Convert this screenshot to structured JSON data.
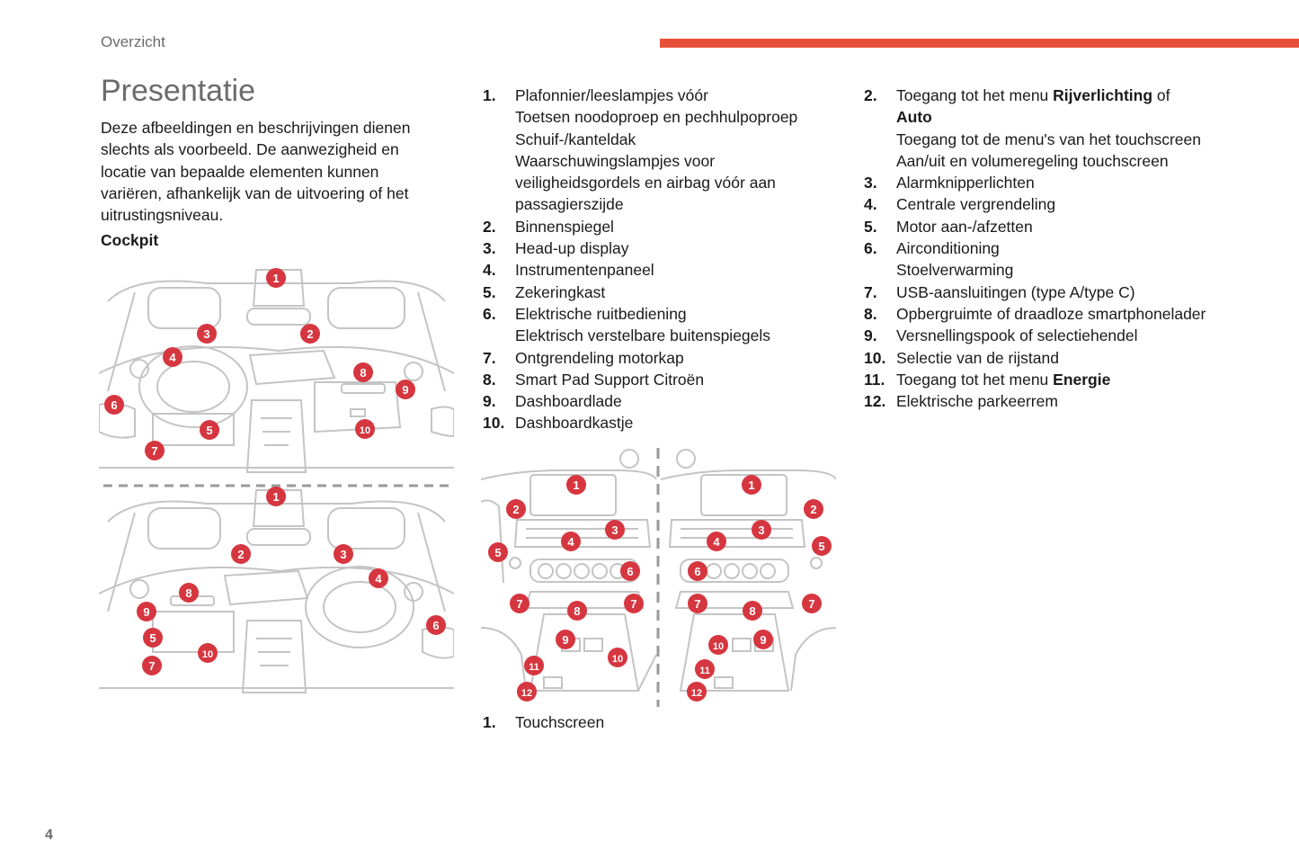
{
  "header": {
    "section": "Overzicht",
    "accent_color": "#e8503a"
  },
  "title": "Presentatie",
  "intro": "Deze afbeeldingen en beschrijvingen dienen slechts als voorbeeld. De aanwezigheid en locatie van bepaalde elementen kunnen variëren, afhankelijk van de uitvoering of het uitrustingsniveau.",
  "cockpit_heading": "Cockpit",
  "cockpit_items": [
    {
      "num": "1.",
      "lines": [
        "Plafonnier/leeslampjes vóór",
        "Toetsen noodoproep en pechhulpoproep",
        "Schuif-/kanteldak",
        "Waarschuwingslampjes voor veiligheidsgordels en airbag vóór aan passagierszijde"
      ]
    },
    {
      "num": "2.",
      "lines": [
        "Binnenspiegel"
      ]
    },
    {
      "num": "3.",
      "lines": [
        "Head-up display"
      ]
    },
    {
      "num": "4.",
      "lines": [
        "Instrumentenpaneel"
      ]
    },
    {
      "num": "5.",
      "lines": [
        "Zekeringkast"
      ]
    },
    {
      "num": "6.",
      "lines": [
        "Elektrische ruitbediening",
        "Elektrisch verstelbare buitenspiegels"
      ]
    },
    {
      "num": "7.",
      "lines": [
        "Ontgrendeling motorkap"
      ]
    },
    {
      "num": "8.",
      "lines": [
        "Smart Pad Support Citroën"
      ]
    },
    {
      "num": "9.",
      "lines": [
        "Dashboardlade"
      ]
    },
    {
      "num": "10.",
      "lines": [
        "Dashboardkastje"
      ]
    }
  ],
  "touch_items": [
    {
      "num": "1.",
      "lines": [
        "Touchscreen"
      ]
    }
  ],
  "console_items": [
    {
      "num": "2.",
      "text": "Toegang tot het menu ",
      "bold": "Rijverlichting",
      "after": " of ",
      "bold2": "Auto"
    },
    {
      "num": "",
      "text": "Toegang tot de menu's van het touchscreen"
    },
    {
      "num": "",
      "text": "Aan/uit en volumeregeling touchscreen"
    },
    {
      "num": "3.",
      "text": "Alarmknipperlichten"
    },
    {
      "num": "4.",
      "text": "Centrale vergrendeling"
    },
    {
      "num": "5.",
      "text": "Motor aan-/afzetten"
    },
    {
      "num": "6.",
      "text": "Airconditioning"
    },
    {
      "num": "",
      "text": "Stoelverwarming"
    },
    {
      "num": "7.",
      "text": "USB-aansluitingen (type A/type C)"
    },
    {
      "num": "8.",
      "text": "Opbergruimte of draadloze smartphonelader"
    },
    {
      "num": "9.",
      "text": "Versnellingspook of selectiehendel"
    },
    {
      "num": "10.",
      "text": "Selectie van de rijstand"
    },
    {
      "num": "11.",
      "text": "Toegang tot het menu ",
      "bold": "Energie"
    },
    {
      "num": "12.",
      "text": "Elektrische parkeerrem"
    }
  ],
  "cockpit_diagram_markers": [
    "1",
    "2",
    "3",
    "4",
    "5",
    "6",
    "7",
    "8",
    "9",
    "10",
    "1",
    "2",
    "3",
    "4",
    "5",
    "6",
    "7",
    "8",
    "9",
    "10"
  ],
  "console_diagram_markers": [
    "1",
    "2",
    "3",
    "4",
    "5",
    "6",
    "7",
    "7",
    "8",
    "9",
    "10",
    "11",
    "12",
    "1",
    "2",
    "3",
    "4",
    "5",
    "6",
    "7",
    "7",
    "8",
    "9",
    "10",
    "11",
    "12"
  ],
  "marker_color": "#d6363f",
  "page_number": "4"
}
